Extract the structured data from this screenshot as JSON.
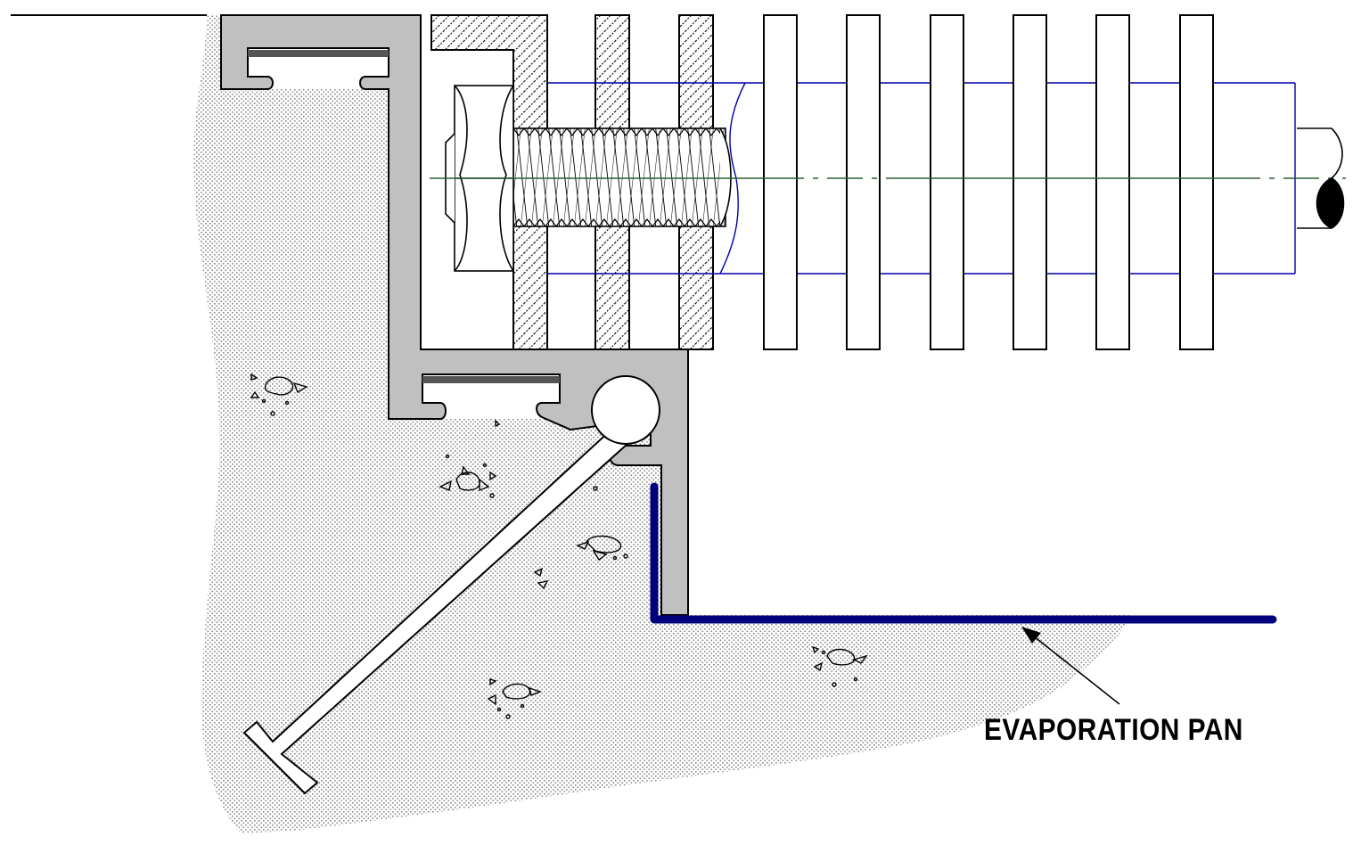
{
  "diagram": {
    "callout": {
      "label": "EVAPORATION PAN"
    },
    "colors": {
      "line": "#000000",
      "extrusion_fill": "#c0c0c0",
      "extrusion_dark": "#555555",
      "concrete_stipple": "#8a8a8a",
      "pan": "#00007f",
      "tube_outline": "#0000aa",
      "centerline": "#2f5f2f",
      "background": "#ffffff"
    },
    "components": [
      "concrete-base",
      "aluminum-extrusion",
      "anchor-rod",
      "hex-bolt",
      "threaded-shank",
      "hatched-fins",
      "plain-fins",
      "finned-tube",
      "drain-pipe",
      "evaporation-pan"
    ]
  }
}
